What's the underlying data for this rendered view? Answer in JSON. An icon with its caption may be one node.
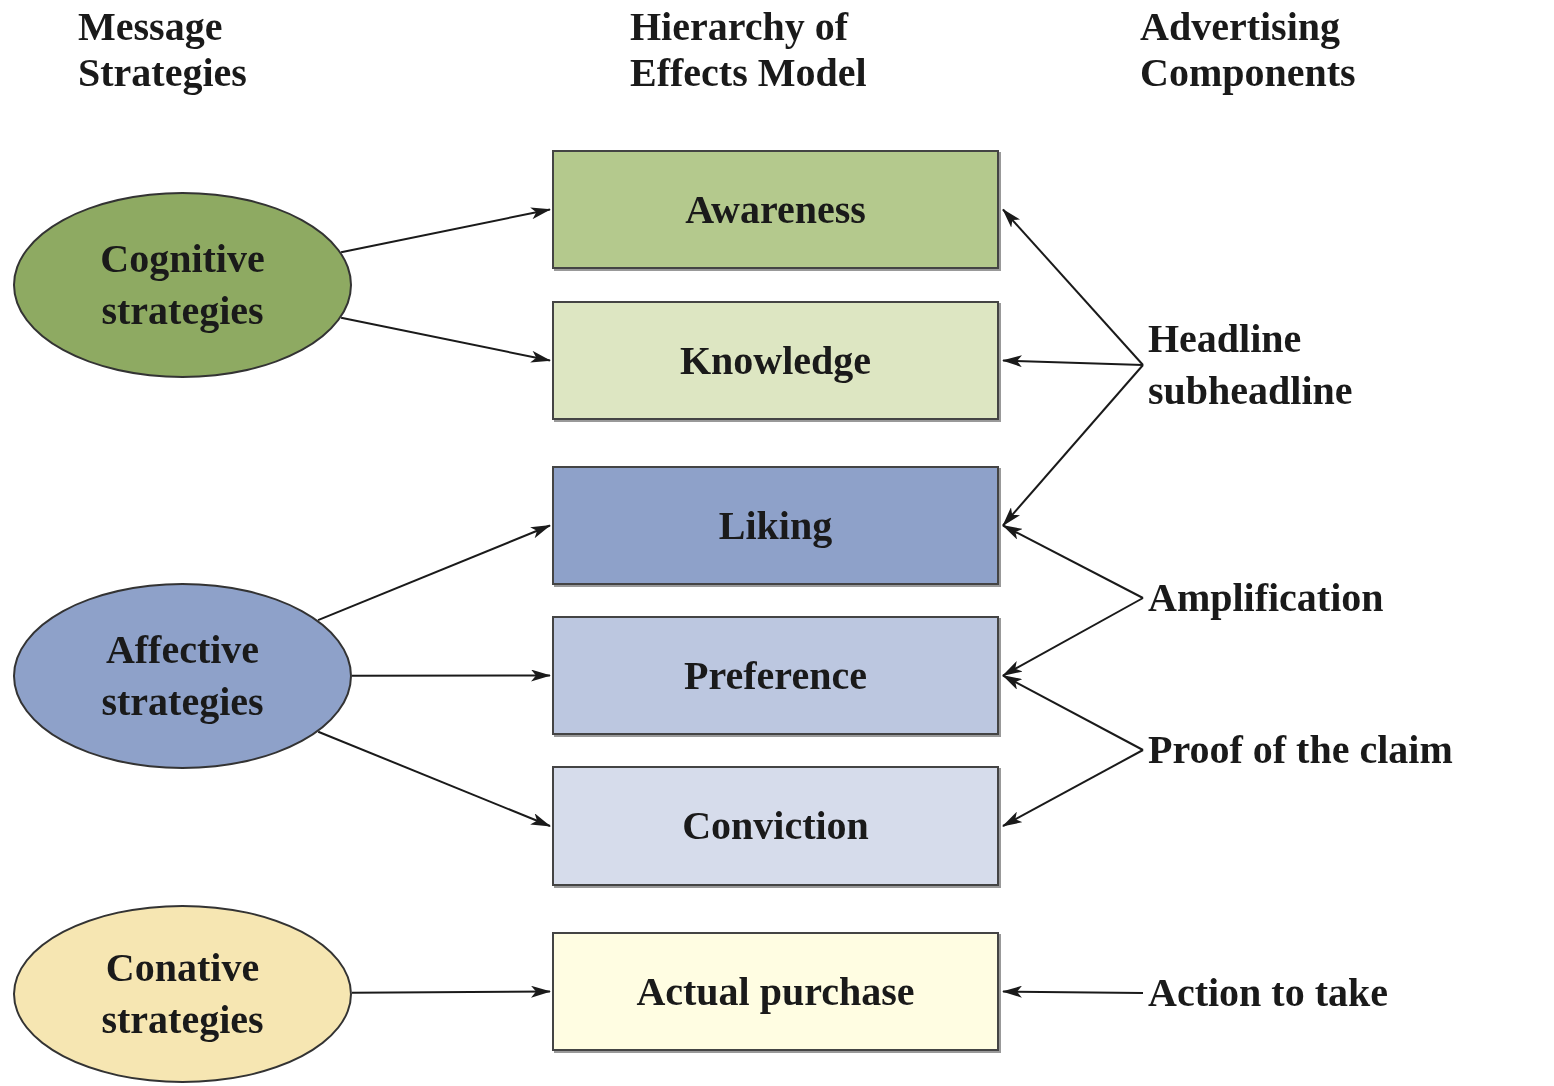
{
  "diagram": {
    "nodes": [
      {
        "text": [
          "Cognitive strategies"
        ]
      },
      {
        "text": [
          "Affective strategies"
        ]
      },
      {
        "text": [
          "Conative strategies"
        ]
      },
      {
        "text": [
          "Awareness"
        ]
      },
      {
        "text": [
          "Knowledge"
        ]
      },
      {
        "text": [
          "Liking"
        ]
      },
      {
        "text": [
          "Preference"
        ]
      },
      {
        "text": [
          "Conviction"
        ]
      },
      {
        "text": [
          "Actual purchase"
        ]
      },
      {
        "text": [
          "Headline subheadline"
        ]
      },
      {
        "text": [
          "Amplification"
        ]
      },
      {
        "text": [
          "Proof of the claim"
        ]
      },
      {
        "text": [
          "Action to take"
        ]
      }
    ],
    "edges": [
      {
        "from": 0,
        "to": 3,
        "arrow": "to"
      },
      {
        "from": 0,
        "to": 4,
        "arrow": "to"
      },
      {
        "from": 1,
        "to": 5,
        "arrow": "to"
      },
      {
        "from": 1,
        "to": 6,
        "arrow": "to"
      },
      {
        "from": 1,
        "to": 7,
        "arrow": "to"
      },
      {
        "from": 2,
        "to": 8,
        "arrow": "to"
      },
      {
        "from": 9,
        "to": 3,
        "arrow": "to"
      },
      {
        "from": 9,
        "to": 4,
        "arrow": "to"
      },
      {
        "from": 9,
        "to": 5,
        "arrow": "to"
      },
      {
        "from": 10,
        "to": 5,
        "arrow": "to"
      },
      {
        "from": 10,
        "to": 6,
        "arrow": "to"
      },
      {
        "from": 11,
        "to": 6,
        "arrow": "to"
      },
      {
        "from": 11,
        "to": 7,
        "arrow": "to"
      },
      {
        "from": 12,
        "to": 8,
        "arrow": "to"
      }
    ],
    "labels": [
      "Message Strategies",
      "Hierarchy of Effects Model",
      "Advertising Components"
    ]
  }
}
